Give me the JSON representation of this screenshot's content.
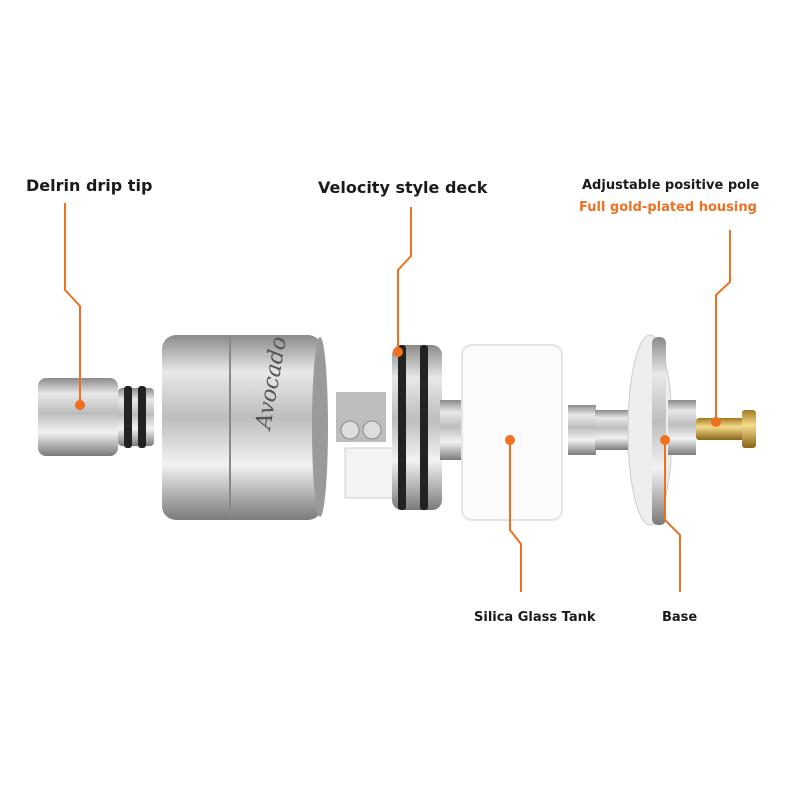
{
  "labels": {
    "drip_tip": "Delrin drip tip",
    "deck": "Velocity style deck",
    "pole": "Adjustable positive pole",
    "pole_sub": "Full gold-plated housing",
    "tank": "Silica Glass Tank",
    "base": "Base"
  },
  "logo": "Avocado",
  "colors": {
    "accent": "#f07020",
    "text": "#1a1a1a"
  }
}
